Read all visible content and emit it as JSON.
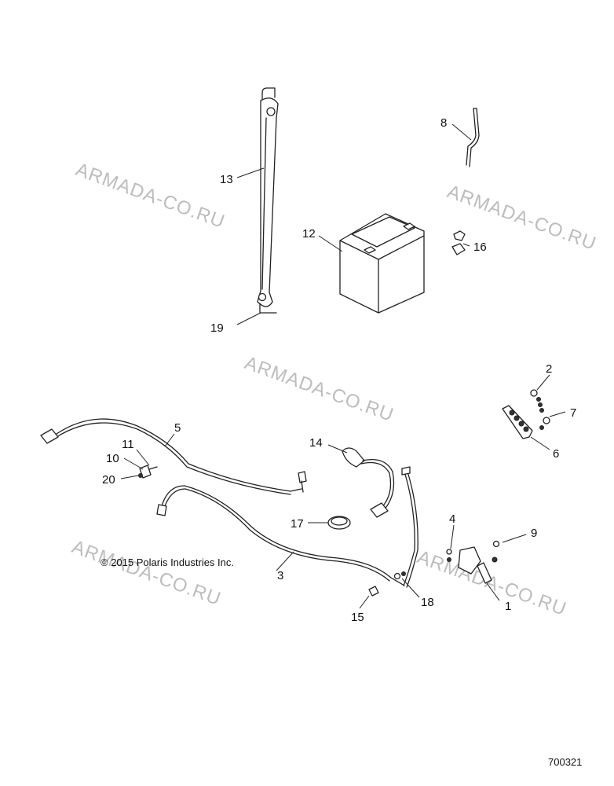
{
  "diagram": {
    "copyright": "© 2015 Polaris Industries Inc.",
    "figure_number": "700321",
    "watermark": "ARMADA-CO.RU",
    "callouts": {
      "c1": "1",
      "c2": "2",
      "c3": "3",
      "c4": "4",
      "c5": "5",
      "c6": "6",
      "c7": "7",
      "c8": "8",
      "c9": "9",
      "c10": "10",
      "c11": "11",
      "c12": "12",
      "c13": "13",
      "c14": "14",
      "c15": "15",
      "c16": "16",
      "c17": "17",
      "c18": "18",
      "c19": "19",
      "c20": "20"
    }
  }
}
